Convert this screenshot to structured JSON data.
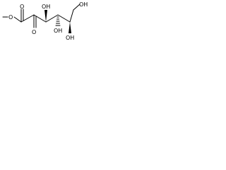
{
  "molecule": {
    "colors": {
      "bond": "#000000",
      "text": "#000000",
      "background": "#ffffff"
    },
    "labels": {
      "ester_o": "O",
      "carbonyl_o": "O",
      "ketone_o": "O",
      "oh_c3": "OH",
      "oh_c4": "OH",
      "oh_c5": "OH",
      "oh_c6": "OH"
    }
  }
}
